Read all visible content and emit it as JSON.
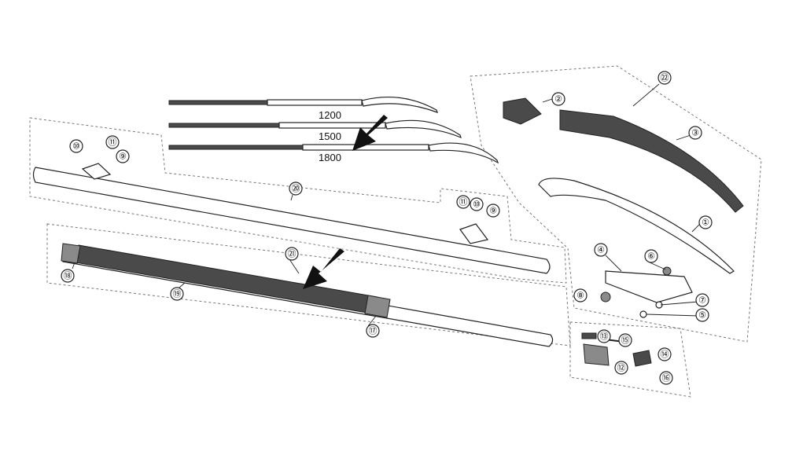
{
  "lengths": [
    "1200",
    "1500",
    "1800"
  ],
  "callouts": [
    {
      "id": "c1",
      "label": "①"
    },
    {
      "id": "c2",
      "label": "②"
    },
    {
      "id": "c3",
      "label": "③"
    },
    {
      "id": "c4",
      "label": "④"
    },
    {
      "id": "c5",
      "label": "⑤"
    },
    {
      "id": "c6",
      "label": "⑥"
    },
    {
      "id": "c7",
      "label": "⑦"
    },
    {
      "id": "c8",
      "label": "⑧"
    },
    {
      "id": "c9a",
      "label": "⑨"
    },
    {
      "id": "c9b",
      "label": "⑨"
    },
    {
      "id": "c10a",
      "label": "⑩"
    },
    {
      "id": "c10b",
      "label": "⑩"
    },
    {
      "id": "c11a",
      "label": "⑪"
    },
    {
      "id": "c11b",
      "label": "⑪"
    },
    {
      "id": "c12",
      "label": "⑫"
    },
    {
      "id": "c13",
      "label": "⑬"
    },
    {
      "id": "c14",
      "label": "⑭"
    },
    {
      "id": "c15",
      "label": "⑮"
    },
    {
      "id": "c16",
      "label": "⑯"
    },
    {
      "id": "c17",
      "label": "⑰"
    },
    {
      "id": "c18",
      "label": "⑱"
    },
    {
      "id": "c19",
      "label": "⑲"
    },
    {
      "id": "c20",
      "label": "⑳"
    },
    {
      "id": "c21",
      "label": "㉑"
    },
    {
      "id": "c22",
      "label": "㉒"
    }
  ]
}
